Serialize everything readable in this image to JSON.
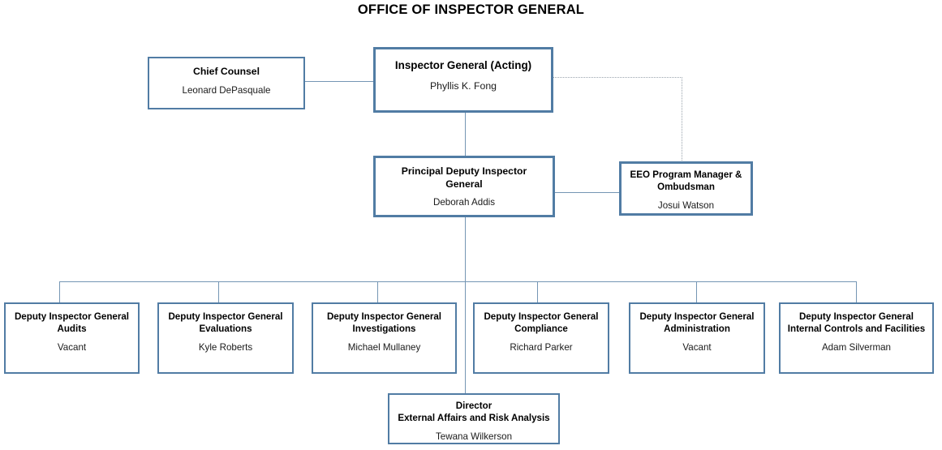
{
  "document": {
    "title": "OFFICE OF INSPECTOR GENERAL",
    "type": "organizational-chart"
  },
  "theme": {
    "box_border_color": "#517CA4",
    "connector_color": "#7596B4",
    "dotted_connector_color": "#9AA4AD",
    "background_color": "#FFFFFF",
    "text_color": "#000000"
  },
  "nodes": {
    "inspector_general": {
      "title": "Inspector General (Acting)",
      "person": "Phyllis K. Fong"
    },
    "chief_counsel": {
      "title": "Chief Counsel",
      "person": "Leonard DePasquale"
    },
    "principal_deputy": {
      "title_line1": "Principal Deputy Inspector",
      "title_line2": "General",
      "person": "Deborah Addis"
    },
    "eeo_program_manager": {
      "title_line1": "EEO Program Manager &",
      "title_line2": "Ombudsman",
      "person": "Josui Watson"
    },
    "director_external_affairs": {
      "title_line1": "Director",
      "title_line2": "External Affairs and Risk Analysis",
      "person": "Tewana Wilkerson"
    }
  },
  "deputies": [
    {
      "title_line1": "Deputy Inspector General",
      "title_line2": "Audits",
      "person": "Vacant"
    },
    {
      "title_line1": "Deputy Inspector General",
      "title_line2": "Evaluations",
      "person": "Kyle Roberts"
    },
    {
      "title_line1": "Deputy Inspector General",
      "title_line2": "Investigations",
      "person": "Michael Mullaney"
    },
    {
      "title_line1": "Deputy Inspector General",
      "title_line2": "Compliance",
      "person": "Richard Parker"
    },
    {
      "title_line1": "Deputy Inspector General",
      "title_line2": "Administration",
      "person": "Vacant"
    },
    {
      "title_line1": "Deputy Inspector General",
      "title_line2": "Internal Controls and Facilities",
      "person": "Adam Silverman"
    }
  ]
}
